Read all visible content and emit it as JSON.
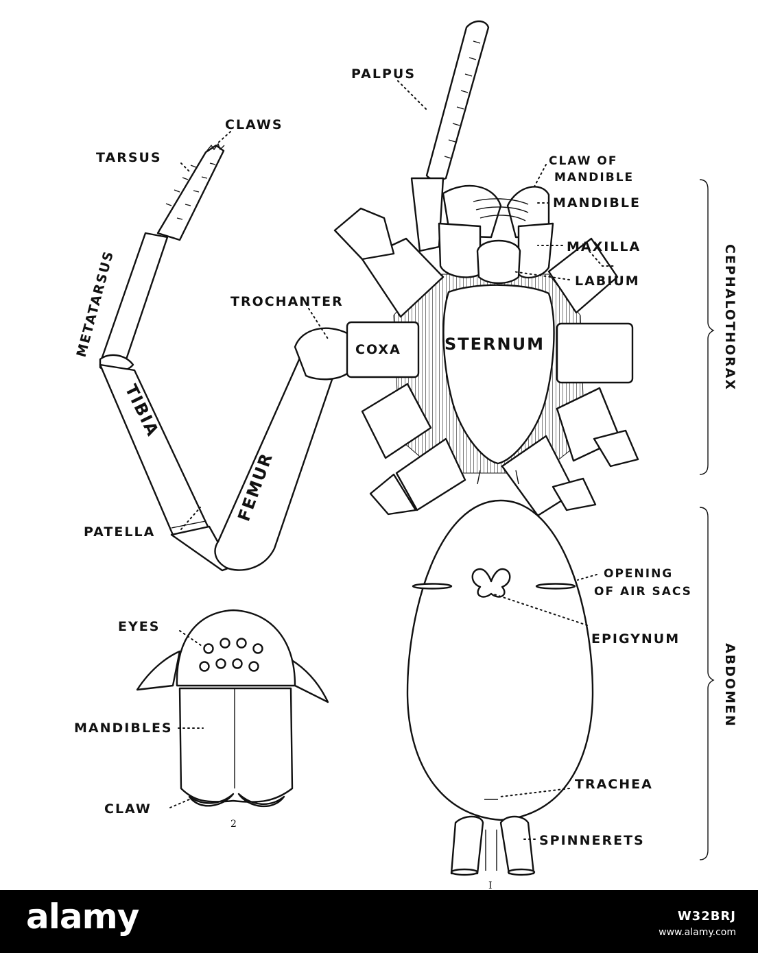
{
  "labels": {
    "palpus": "PALPUS",
    "claws": "CLAWS",
    "tarsus": "TARSUS",
    "metatarsus": "METATARSUS",
    "claw_of_mandible_1": "CLAW OF",
    "claw_of_mandible_2": "MANDIBLE",
    "mandible": "MANDIBLE",
    "maxilla": "MAXILLA",
    "labium": "LABIUM",
    "trochanter": "TROCHANTER",
    "coxa": "COXA",
    "sternum": "STERNUM",
    "tibia": "TIBIA",
    "femur": "FEMUR",
    "patella": "PATELLA",
    "opening_1": "OPENING",
    "opening_2": "OF AIR SACS",
    "epigynum": "EPIGYNUM",
    "eyes": "EYES",
    "mandibles": "MANDIBLES",
    "claw": "CLAW",
    "trachea": "TRACHEA",
    "spinnerets": "SPINNERETS",
    "cephalothorax": "CEPHALOTHORAX",
    "abdomen": "ABDOMEN"
  },
  "figure_numbers": {
    "fig1": "I",
    "fig2": "2"
  },
  "watermark": {
    "logo": "alamy",
    "code": "W32BRJ",
    "url": "www.alamy.com"
  }
}
